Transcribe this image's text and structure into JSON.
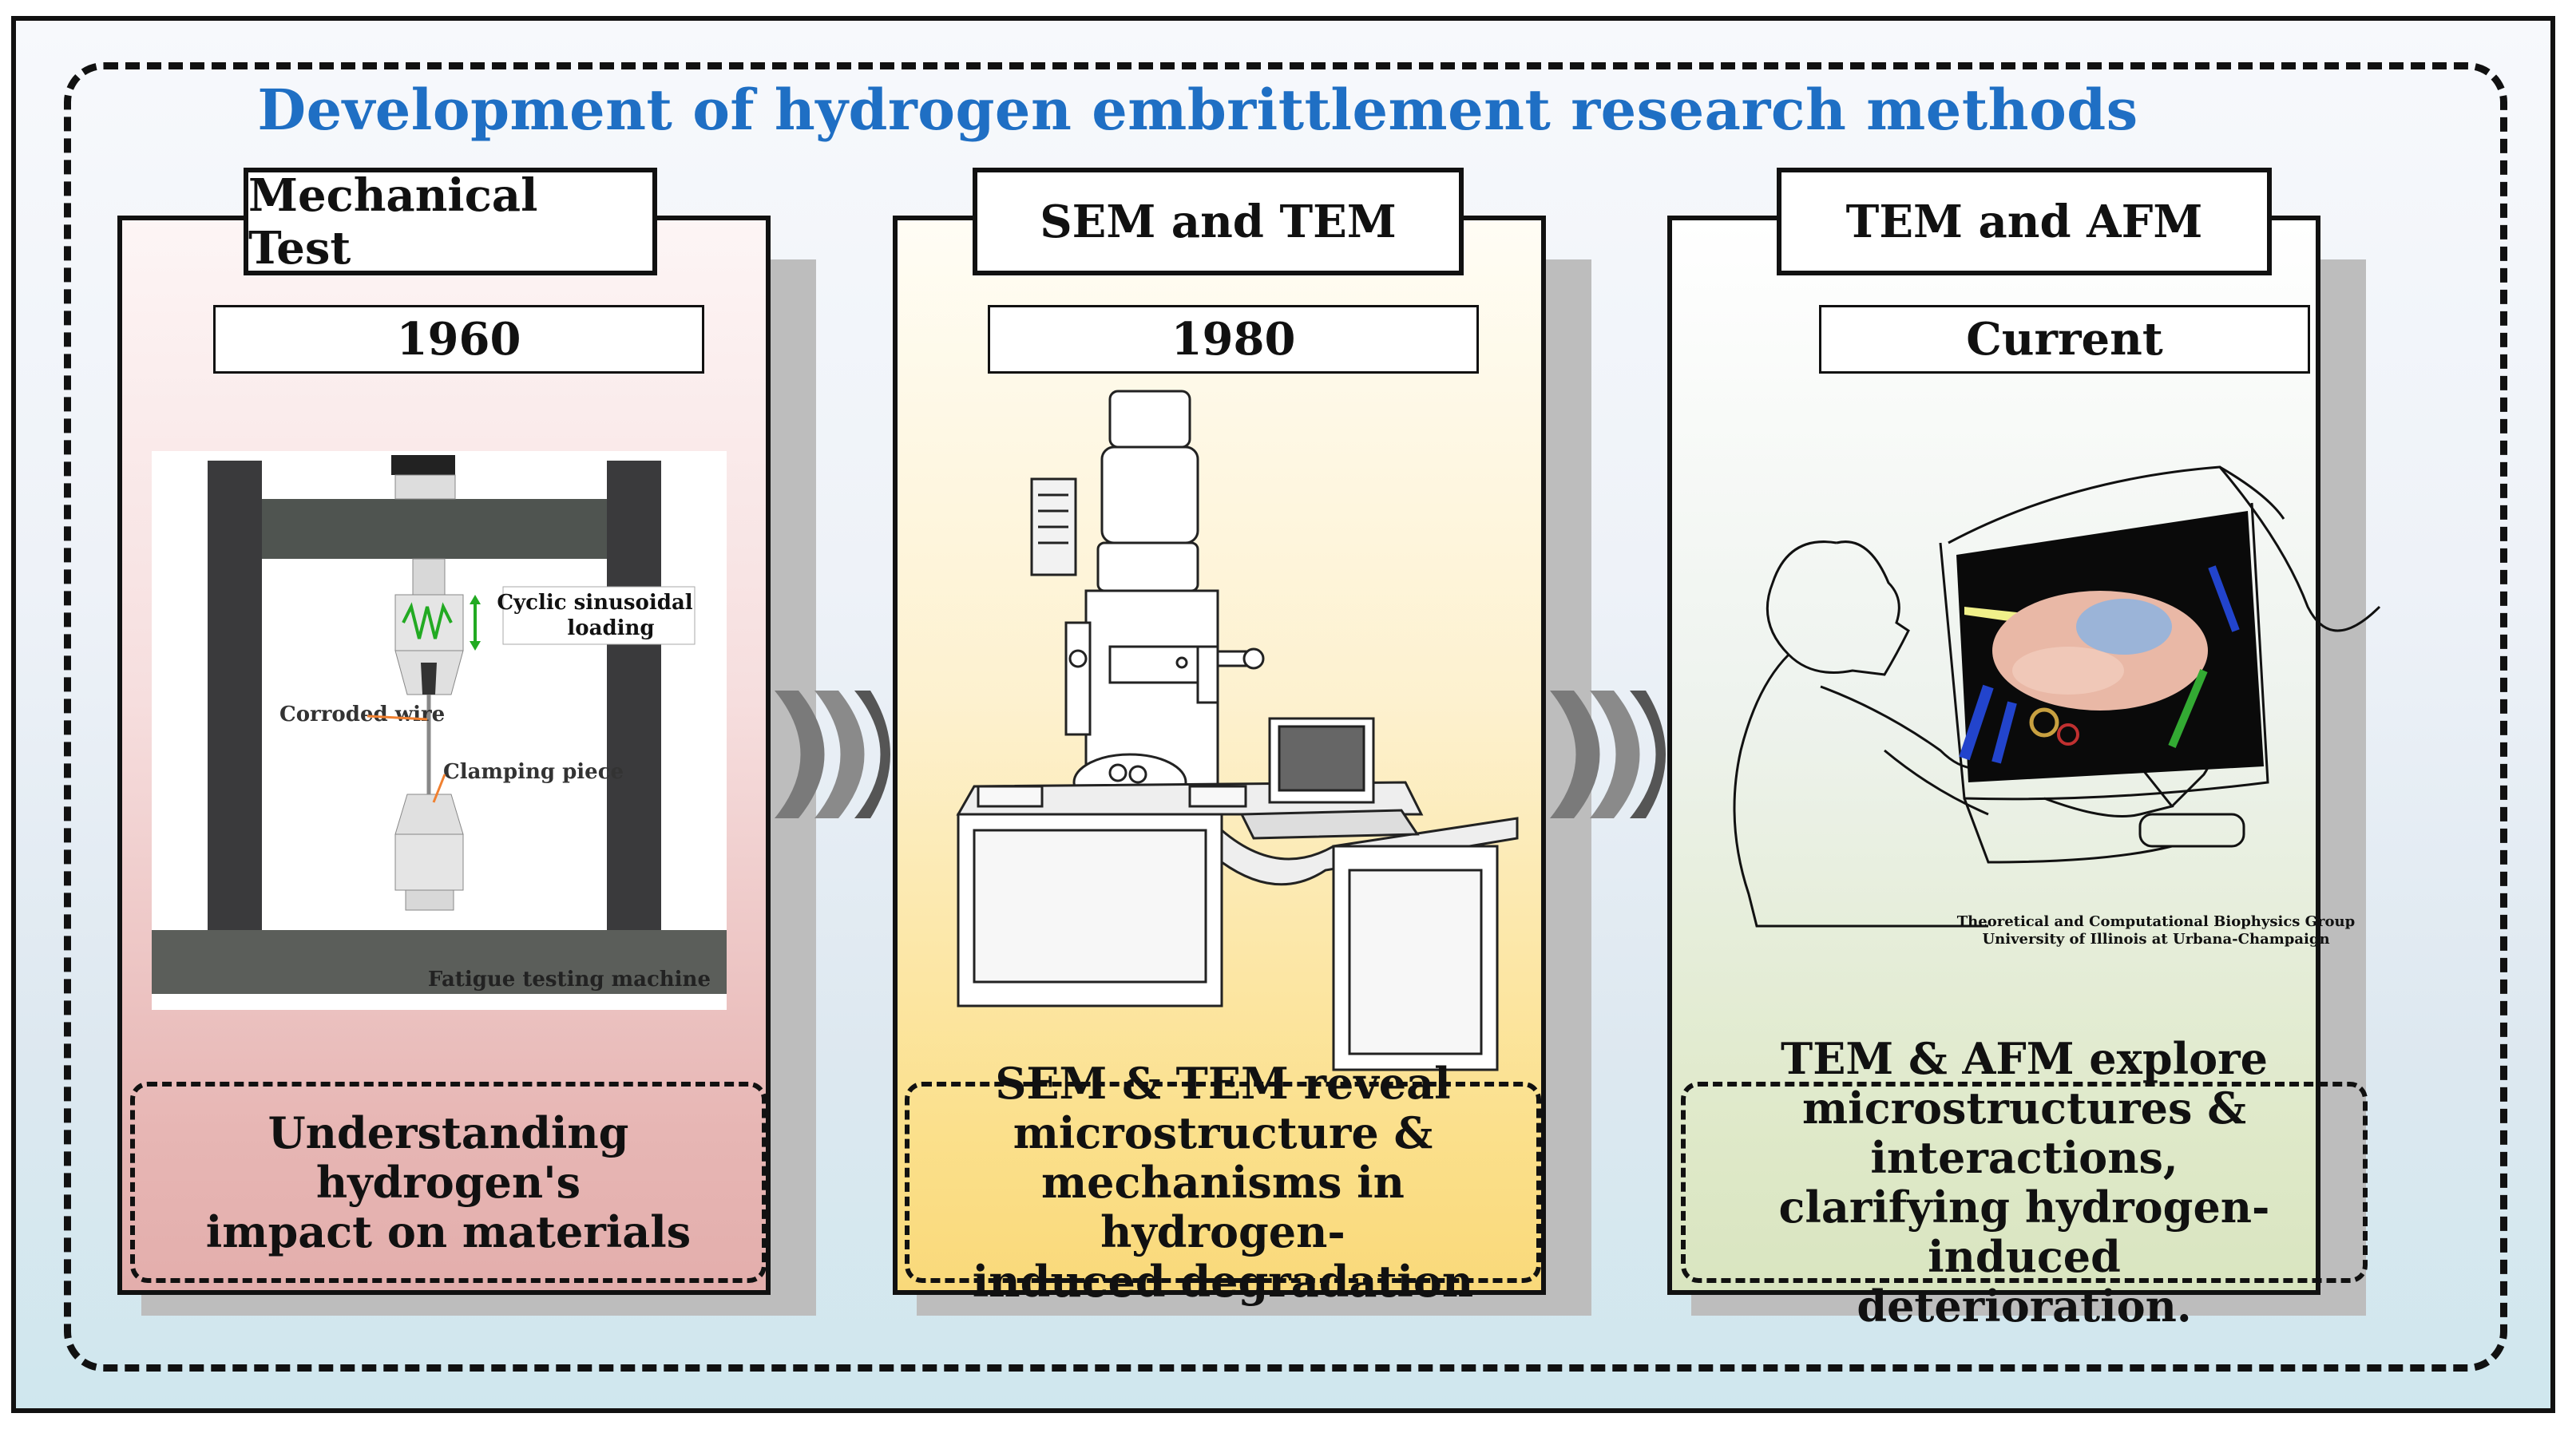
{
  "title": "Development of hydrogen embrittlement research methods",
  "panels": [
    {
      "tab": "Mechanical Test",
      "year": "1960",
      "description": [
        "Understanding hydrogen's",
        "impact on materials"
      ],
      "figure_labels": {
        "loading": [
          "Cyclic sinusoidal",
          "loading"
        ],
        "wire": "Corroded wire",
        "clamp": "Clamping piece",
        "machine": "Fatigue testing machine"
      }
    },
    {
      "tab": "SEM and TEM",
      "year": "1980",
      "description": [
        "SEM & TEM reveal",
        "microstructure &",
        "mechanisms in hydrogen-",
        "induced degradation"
      ]
    },
    {
      "tab": "TEM and AFM",
      "year": "Current",
      "description": [
        "TEM & AFM explore",
        "microstructures & interactions,",
        "clarifying hydrogen-induced",
        "deterioration."
      ],
      "figure_labels": {
        "credit": [
          "Theoretical and Computational Biophysics Group",
          "University of Illinois at Urbana-Champaign"
        ]
      }
    }
  ],
  "colors": {
    "title": "#1f6fc4",
    "panel1": "#e7b6b4",
    "panel2": "#fbe08c",
    "panel3": "#dfe9c9"
  },
  "icons": [
    "tensile-machine-illustration",
    "electron-microscope-illustration",
    "researcher-at-monitor-illustration",
    "chevron-arrow-icon"
  ]
}
